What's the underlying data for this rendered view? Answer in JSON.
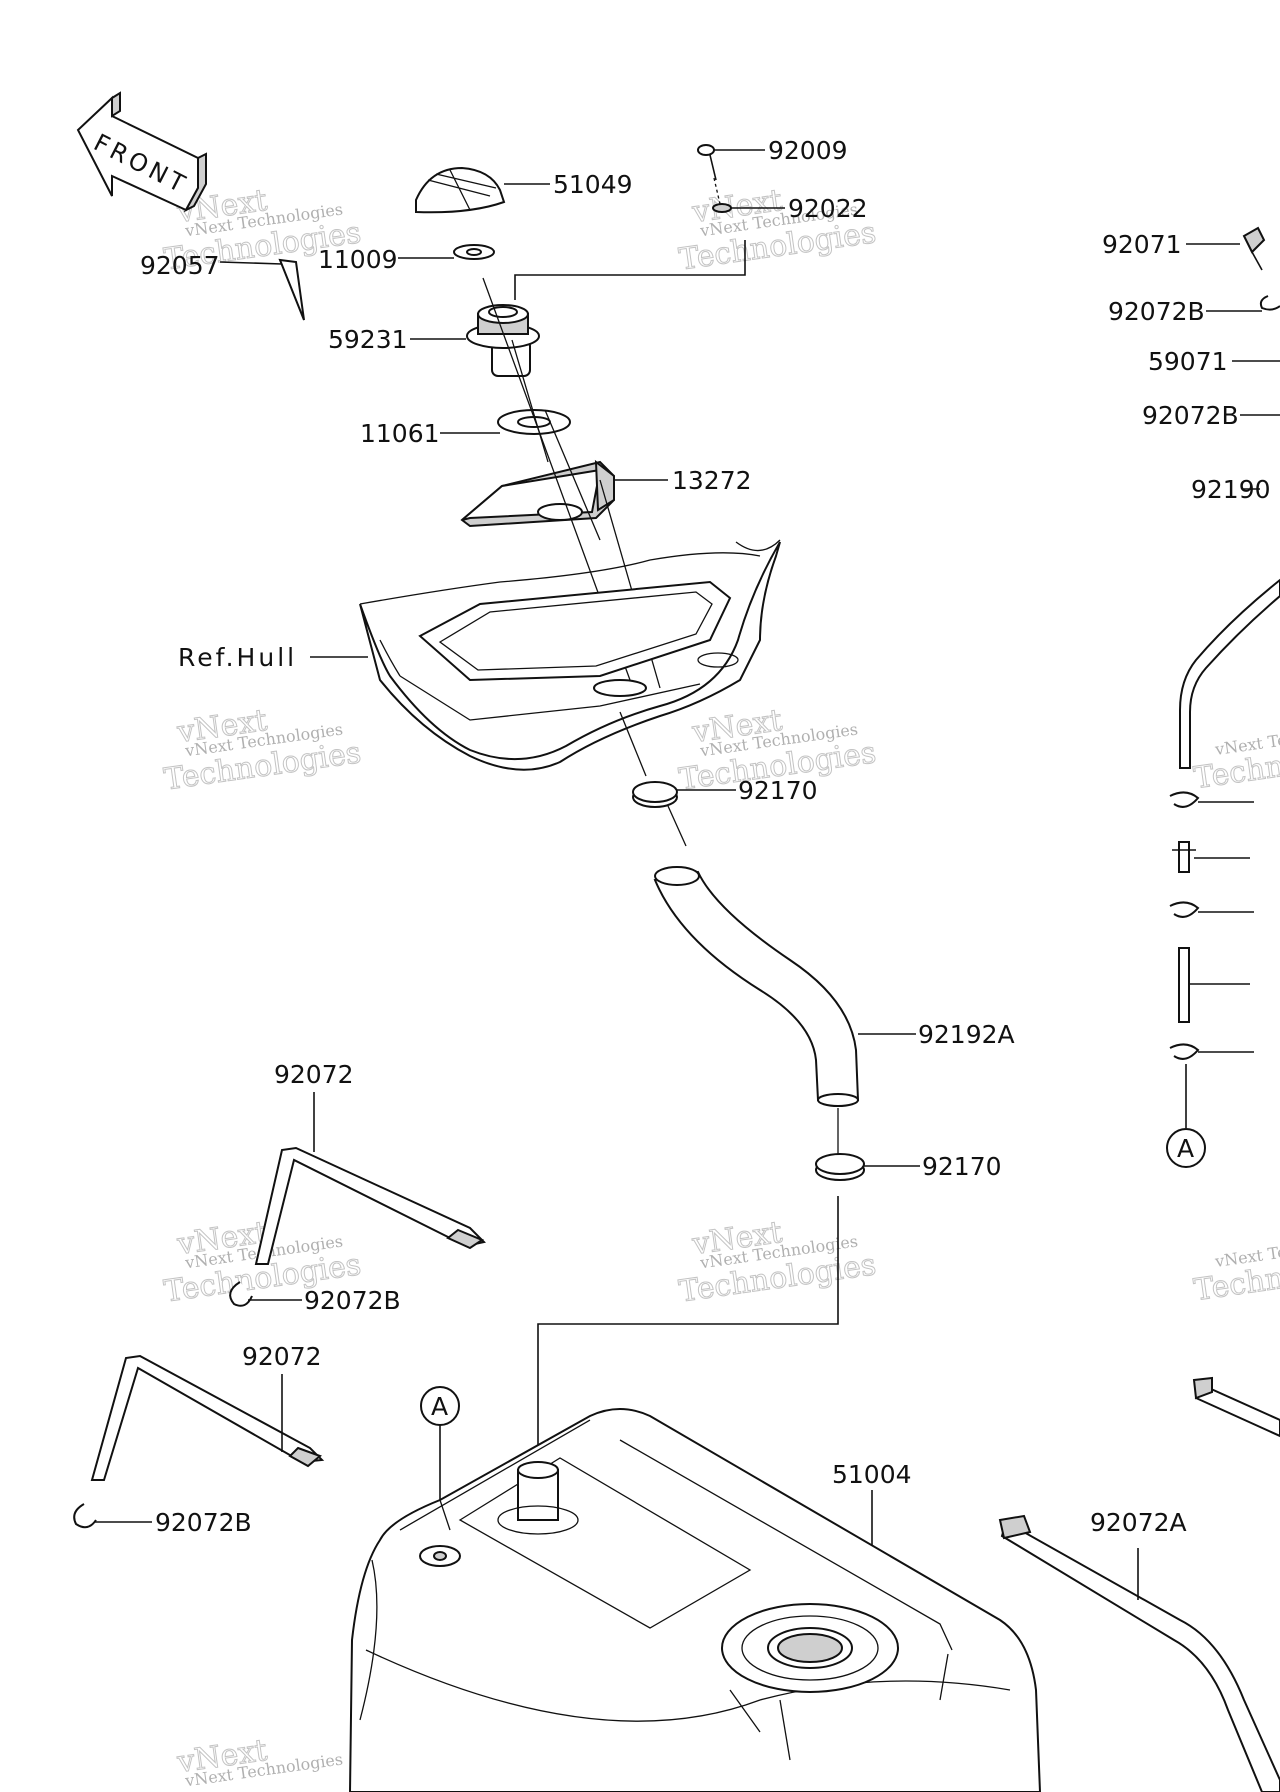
{
  "diagram": {
    "front_label": "FRONT",
    "ref_label": "Ref.Hull",
    "circle_ref": "A",
    "watermark_line1": "vNext Technologies",
    "watermark_line2": "Technologies",
    "watermark_line0": "vNext",
    "parts": [
      "92009",
      "92022",
      "51049",
      "11009",
      "92057",
      "59231",
      "11061",
      "13272",
      "92170",
      "92192A",
      "92072",
      "92072B",
      "51004",
      "92072A",
      "92071",
      "59071",
      "92190"
    ]
  }
}
